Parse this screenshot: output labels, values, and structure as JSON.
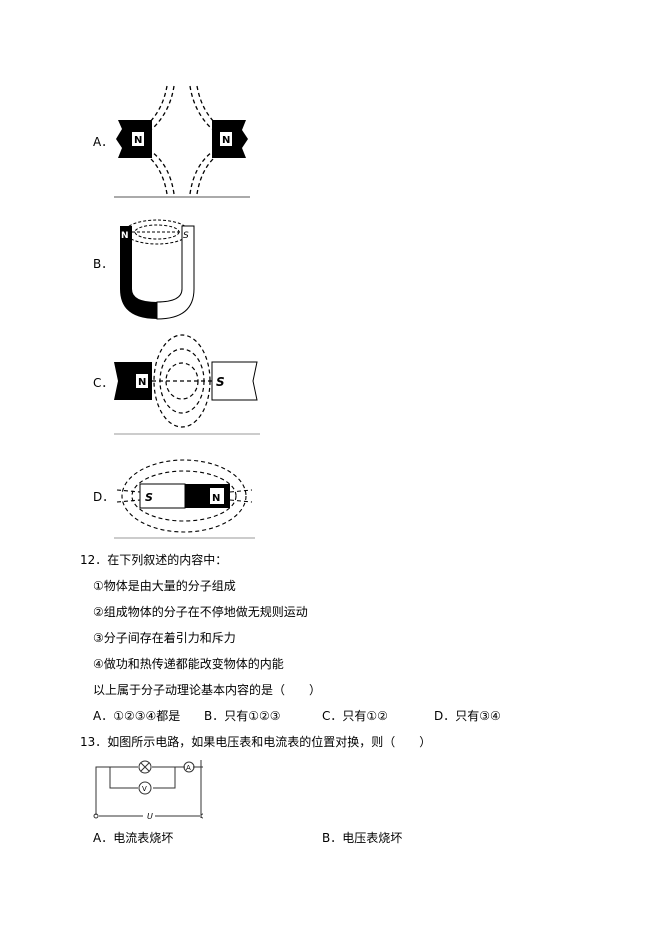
{
  "q11_options": {
    "A": "A．",
    "B": "B．",
    "C": "C．",
    "D": "D．"
  },
  "magnet_labels": {
    "N": "N",
    "S": "S"
  },
  "q12": {
    "stem": "12．在下列叙述的内容中：",
    "statements": [
      "①物体是由大量的分子组成",
      "②组成物体的分子在不停地做无规则运动",
      "③分子间存在着引力和斥力",
      "④做功和热传递都能改变物体的内能"
    ],
    "question": "以上属于分子动理论基本内容的是（　　）",
    "options": [
      "A．①②③④都是",
      "B．只有①②③",
      "C．只有①②",
      "D．只有③④"
    ]
  },
  "q13": {
    "stem": "13．如图所示电路，如果电压表和电流表的位置对换，则（　　）",
    "circuit_labels": {
      "ammeter": "A",
      "voltmeter": "V",
      "voltage": "U"
    },
    "options": [
      "A．电流表烧坏",
      "B．电压表烧坏"
    ]
  }
}
